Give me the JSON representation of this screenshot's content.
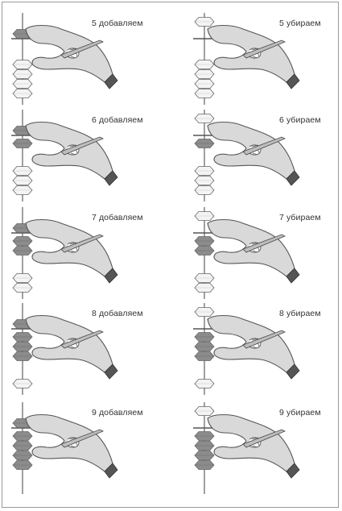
{
  "panels": [
    {
      "label": "5 добавляем",
      "side": "left",
      "row": 0,
      "upper_bead": "pinched",
      "lower_active": 0
    },
    {
      "label": "6 добавляем",
      "side": "left",
      "row": 1,
      "upper_bead": "pinched",
      "lower_active": 1
    },
    {
      "label": "7 добавляем",
      "side": "left",
      "row": 2,
      "upper_bead": "pinched",
      "lower_active": 2
    },
    {
      "label": "8 добавляем",
      "side": "left",
      "row": 3,
      "upper_bead": "pinched",
      "lower_active": 3
    },
    {
      "label": "9 добавляем",
      "side": "left",
      "row": 4,
      "upper_bead": "pinched",
      "lower_active": 4
    },
    {
      "label": "5 убираем",
      "side": "right",
      "row": 0,
      "upper_bead": "top",
      "lower_active": 0
    },
    {
      "label": "6 убираем",
      "side": "right",
      "row": 1,
      "upper_bead": "top",
      "lower_active": 1
    },
    {
      "label": "7 убираем",
      "side": "right",
      "row": 2,
      "upper_bead": "top",
      "lower_active": 2
    },
    {
      "label": "8 убираем",
      "side": "right",
      "row": 3,
      "upper_bead": "top",
      "lower_active": 3
    },
    {
      "label": "9 убираем",
      "side": "right",
      "row": 4,
      "upper_bead": "top",
      "lower_active": 4
    }
  ],
  "colors": {
    "bead_active": "#8c8c8c",
    "bead_inactive": "#f4f4f4",
    "hand_fill": "#d9d9d9",
    "hand_stroke": "#555555",
    "rod": "#777777",
    "text": "#333333"
  }
}
